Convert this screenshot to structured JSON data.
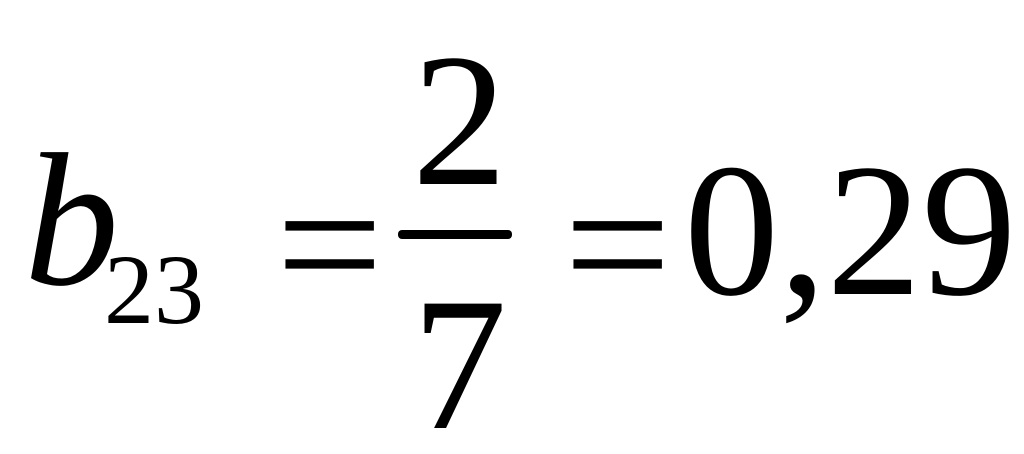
{
  "formula": {
    "variable": "b",
    "subscript": "23",
    "equals_1": "=",
    "numerator": "2",
    "denominator": "7",
    "equals_2": "=",
    "result": "0,29"
  }
}
